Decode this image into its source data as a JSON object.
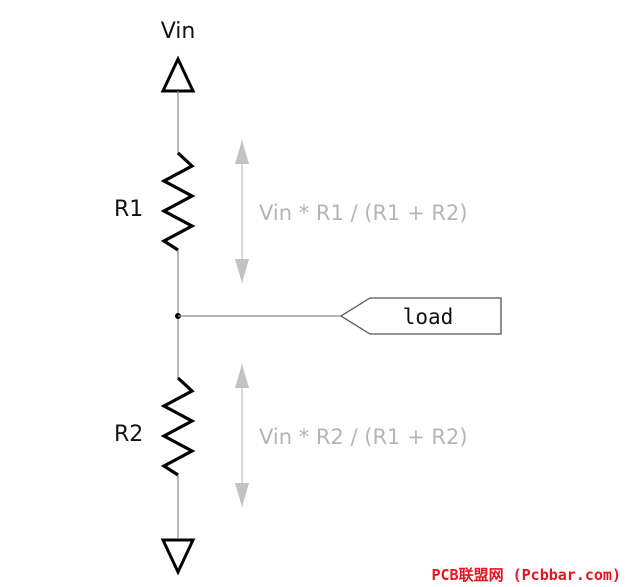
{
  "labels": {
    "vin": "Vin",
    "r1": "R1",
    "r2": "R2",
    "load": "load",
    "formula_r1": "Vin * R1 / (R1 + R2)",
    "formula_r2": "Vin * R2 / (R1 + R2)"
  },
  "watermark": {
    "text": "PCB联盟网 (Pcbbar.com)"
  },
  "colors": {
    "wire": "#888888",
    "symbol": "#000000",
    "annotation": "#b5b5b5",
    "watermark": "#e8141f"
  }
}
